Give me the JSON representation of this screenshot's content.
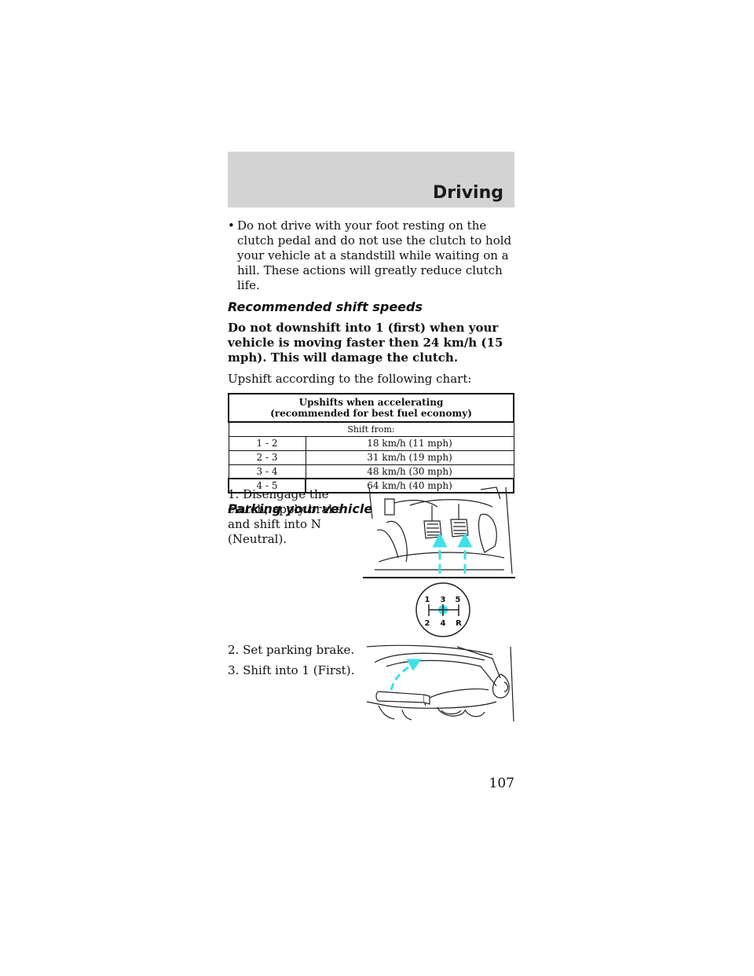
{
  "header": {
    "title": "Driving"
  },
  "bullet": {
    "dot": "•",
    "text": "Do not drive with your foot resting on the clutch pedal and do not use the clutch to hold your vehicle at a standstill while waiting on a hill. These actions will greatly reduce clutch life."
  },
  "section1": {
    "heading": "Recommended shift speeds",
    "warning": "Do not downshift into 1 (first) when your vehicle is moving faster then 24 km/h (15 mph). This will damage the clutch.",
    "intro": "Upshift according to the following chart:"
  },
  "table": {
    "title_line1": "Upshifts when accelerating",
    "title_line2": "(recommended for best fuel economy)",
    "subheader": "Shift from:",
    "rows": [
      {
        "gear": "1 - 2",
        "speed": "18 km/h (11 mph)"
      },
      {
        "gear": "2 - 3",
        "speed": "31 km/h (19 mph)"
      },
      {
        "gear": "3 - 4",
        "speed": "48 km/h (30 mph)"
      },
      {
        "gear": "4 - 5",
        "speed": "64 km/h (40 mph)"
      }
    ]
  },
  "section2": {
    "heading": "Parking your vehicle",
    "step1": "1. Disengage the clutch, apply brake and shift into N (Neutral).",
    "step2": "2. Set parking brake.",
    "step3": "3. Shift into 1 (First)."
  },
  "shift_pattern": {
    "top": [
      "1",
      "3",
      "5"
    ],
    "bottom": [
      "2",
      "4",
      "R"
    ]
  },
  "colors": {
    "arrow": "#3fe0e6",
    "header_band": "#d3d3d3"
  },
  "page_number": "107"
}
